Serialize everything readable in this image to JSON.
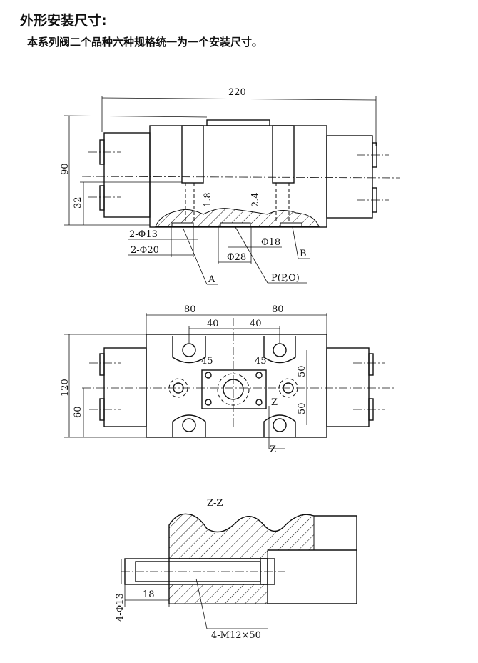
{
  "heading": "外形安装尺寸:",
  "description": "本系列阀二个品种六种规格统一为一个安装尺寸。",
  "front_view": {
    "dim_length": "220",
    "dim_height": "90",
    "dim_center": "32",
    "dim_a": "1.8",
    "dim_b": "2.4",
    "hole_13": "2-Φ13",
    "hole_20": "2-Φ20",
    "phi28": "Φ28",
    "phi18": "Φ18",
    "port_a": "A",
    "port_p": "P(P,O)",
    "port_b": "B"
  },
  "top_view": {
    "dim_left": "80",
    "dim_right": "80",
    "dim_40_left": "40",
    "dim_40_right": "40",
    "dim_45_left": "45",
    "dim_45_right": "45",
    "dim_50_top": "50",
    "dim_50_bottom": "50",
    "dim_height": "120",
    "dim_center": "60",
    "section_mark_1": "Z",
    "section_mark_2": "Z"
  },
  "section_view": {
    "title": "Z-Z",
    "dim_hole": "4-Φ13",
    "dim_depth": "18",
    "bolt": "4-M12×50"
  }
}
